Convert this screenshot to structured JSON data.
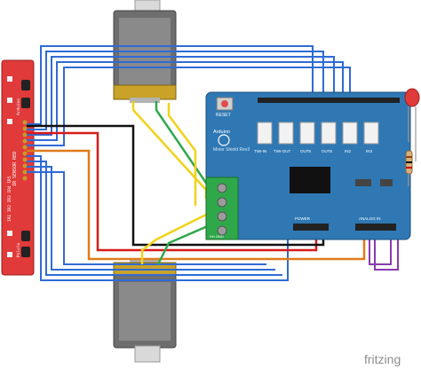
{
  "sensor_board": {
    "label_1": "IR SENSOR RED",
    "label_2": "IR1 IR2 IR3 IR4 IR5",
    "label_3": "Pololu",
    "label_4": "Arduino"
  },
  "motor_shield": {
    "reset_label": "RESET",
    "brand": "Arduino",
    "title": "Motor Shield Rev3",
    "port_labels": [
      "TWI-IN",
      "TWI-OUT",
      "OUT5",
      "OUT5",
      "IN2",
      "IN3"
    ],
    "power_label": "POWER",
    "analog_label": "ANALOG IN",
    "terminal_label": "Vin GND"
  },
  "colors": {
    "board_blue": "#2f78b4",
    "sensor_red": "#e03a3a",
    "wire_blue": "#2f6bd6",
    "wire_red": "#d61b1b",
    "wire_black": "#111111",
    "wire_yellow": "#f1d21a",
    "wire_orange": "#e07b1b",
    "wire_purple": "#8a3ab0"
  },
  "watermark": "fritzing"
}
